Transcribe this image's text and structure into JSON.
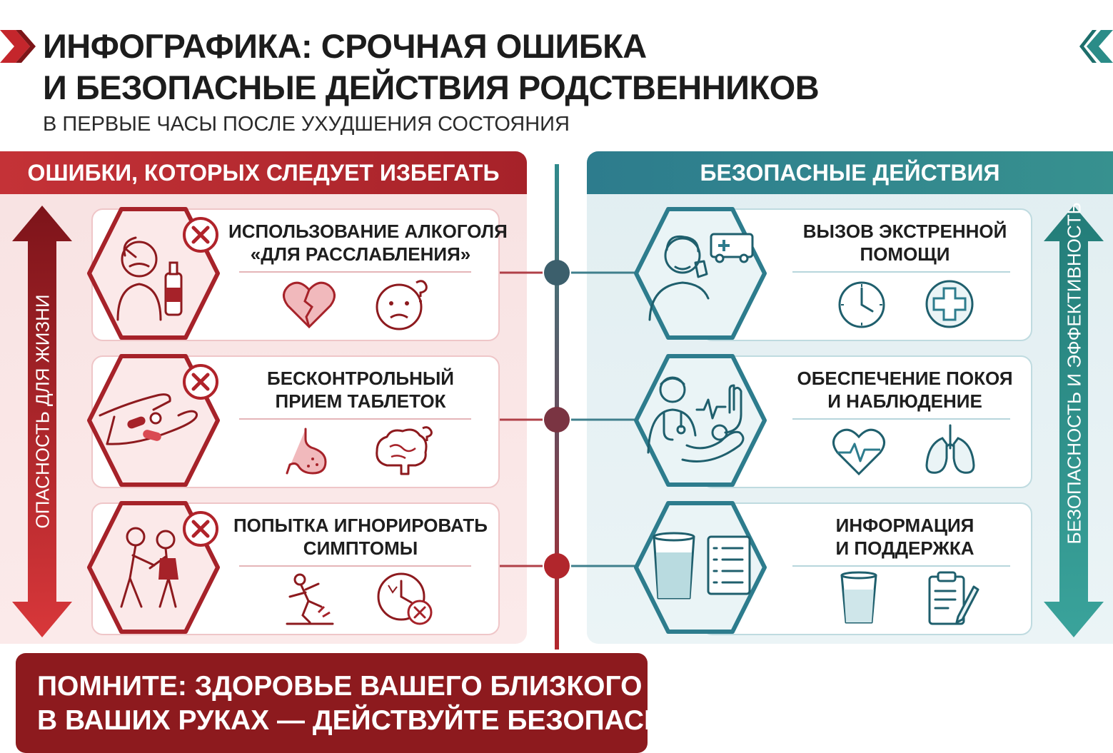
{
  "header": {
    "title_line1": "ИНФОГРАФИКА: СРОЧНАЯ ОШИБКА",
    "title_line2": "И БЕЗОПАСНЫЕ ДЕЙСТВИЯ РОДСТВЕННИКОВ",
    "subtitle": "В ПЕРВЫЕ ЧАСЫ ПОСЛЕ УХУДШЕНИЯ СОСТОЯНИЯ"
  },
  "left": {
    "heading": "ОШИБКИ, КОТОРЫХ СЛЕДУЕТ ИЗБЕГАТЬ",
    "axis_label": "ОПАСНОСТЬ ДЛЯ ЖИЗНИ",
    "items": [
      {
        "line1": "ИСПОЛЬЗОВАНИЕ АЛКОГОЛЯ",
        "line2": "«ДЛЯ РАССЛАБЛЕНИЯ»",
        "icons": [
          "broken-heart-icon",
          "confused-face-icon"
        ]
      },
      {
        "line1": "БЕСКОНТРОЛЬНЫЙ",
        "line2": "ПРИЕМ ТАБЛЕТОК",
        "icons": [
          "stomach-icon",
          "brain-icon"
        ]
      },
      {
        "line1": "ПОПЫТКА ИГНОРИРОВАТЬ",
        "line2": "СИМПТОМЫ",
        "icons": [
          "falling-person-icon",
          "clock-cross-icon"
        ]
      }
    ]
  },
  "right": {
    "heading": "БЕЗОПАСНЫЕ ДЕЙСТВИЯ",
    "axis_label": "БЕЗОПАСНОСТЬ И ЭФФЕКТИВНОСТЬ",
    "items": [
      {
        "line1": "ВЫЗОВ ЭКСТРЕННОЙ",
        "line2": "ПОМОЩИ",
        "icons": [
          "clock-icon",
          "medical-cross-icon"
        ]
      },
      {
        "line1": "ОБЕСПЕЧЕНИЕ ПОКОЯ",
        "line2": "И НАБЛЮДЕНИЕ",
        "icons": [
          "heartbeat-icon",
          "lungs-icon"
        ]
      },
      {
        "line1": "ИНФОРМАЦИЯ",
        "line2": "И ПОДДЕРЖКА",
        "icons": [
          "water-glass-icon",
          "clipboard-icon"
        ]
      }
    ]
  },
  "footer": {
    "line1": "ПОМНИТЕ: ЗДОРОВЬЕ ВАШЕГО БЛИЗКОГО",
    "line2": "В ВАШИХ РУКАХ — ДЕЙСТВУЙТЕ БЕЗОПАСНО!"
  },
  "colors": {
    "danger": "#a62229",
    "danger_light": "#f8e2e2",
    "safe": "#2d7c8d",
    "safe_light": "#e1eef1",
    "footer": "#8d1a1e"
  }
}
